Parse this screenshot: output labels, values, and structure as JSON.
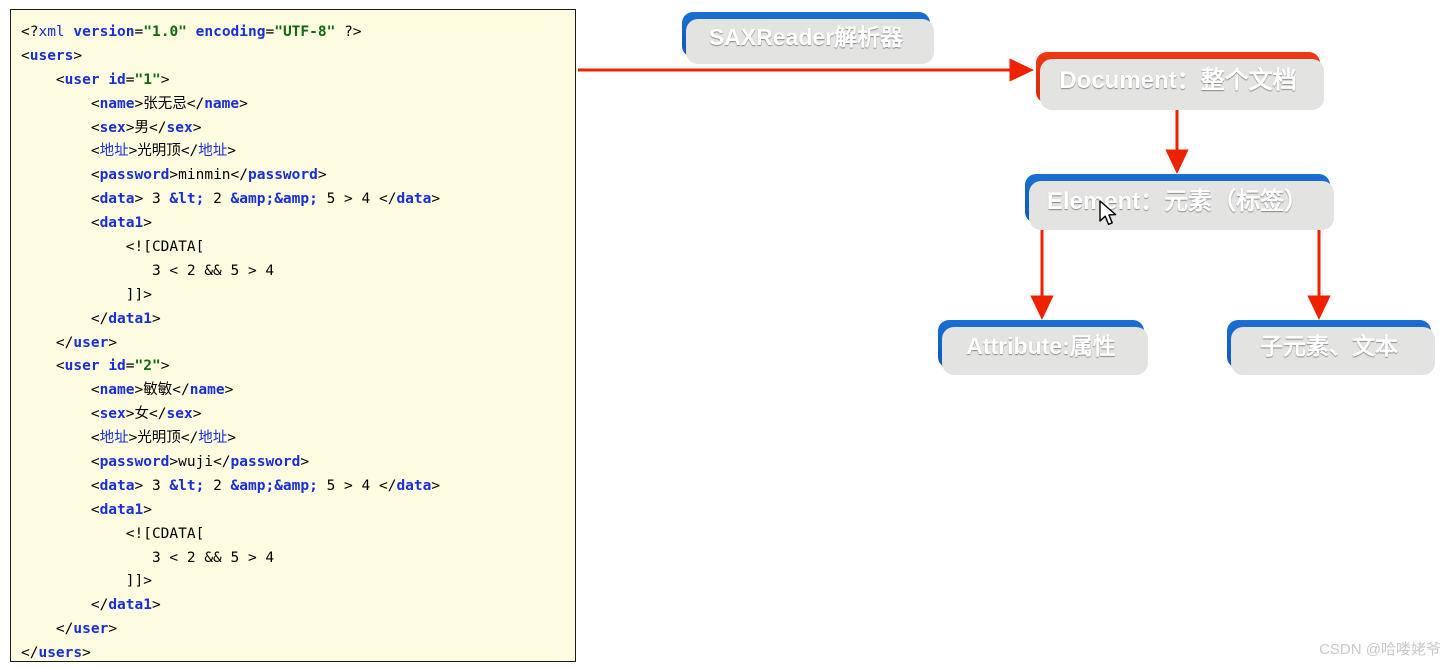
{
  "code_panel": {
    "name": "xml-source-listing",
    "background_color": "#fdfbe0",
    "border_color": "#1a1a1a",
    "lines": [
      [
        {
          "t": "<?",
          "c": "pi"
        },
        {
          "t": "xml",
          "c": "pin"
        },
        {
          "t": " ",
          "c": "plain"
        },
        {
          "t": "version",
          "c": "attr"
        },
        {
          "t": "=",
          "c": "plain"
        },
        {
          "t": "\"1.0\"",
          "c": "val"
        },
        {
          "t": " ",
          "c": "plain"
        },
        {
          "t": "encoding",
          "c": "attr"
        },
        {
          "t": "=",
          "c": "plain"
        },
        {
          "t": "\"UTF-8\"",
          "c": "val"
        },
        {
          "t": " ",
          "c": "plain"
        },
        {
          "t": "?>",
          "c": "pi"
        }
      ],
      [
        {
          "t": "<",
          "c": "plain"
        },
        {
          "t": "users",
          "c": "tag"
        },
        {
          "t": ">",
          "c": "plain"
        }
      ],
      [
        {
          "t": "    <",
          "c": "plain"
        },
        {
          "t": "user",
          "c": "tag"
        },
        {
          "t": " ",
          "c": "plain"
        },
        {
          "t": "id",
          "c": "attr"
        },
        {
          "t": "=",
          "c": "plain"
        },
        {
          "t": "\"1\"",
          "c": "val"
        },
        {
          "t": ">",
          "c": "plain"
        }
      ],
      [
        {
          "t": "        <",
          "c": "plain"
        },
        {
          "t": "name",
          "c": "tag"
        },
        {
          "t": ">",
          "c": "plain"
        },
        {
          "t": "张无忌",
          "c": "plain"
        },
        {
          "t": "</",
          "c": "plain"
        },
        {
          "t": "name",
          "c": "tag"
        },
        {
          "t": ">",
          "c": "plain"
        }
      ],
      [
        {
          "t": "        <",
          "c": "plain"
        },
        {
          "t": "sex",
          "c": "tag"
        },
        {
          "t": ">",
          "c": "plain"
        },
        {
          "t": "男",
          "c": "plain"
        },
        {
          "t": "</",
          "c": "plain"
        },
        {
          "t": "sex",
          "c": "tag"
        },
        {
          "t": ">",
          "c": "plain"
        }
      ],
      [
        {
          "t": "        <",
          "c": "plain"
        },
        {
          "t": "地址",
          "c": "tagcn"
        },
        {
          "t": ">",
          "c": "plain"
        },
        {
          "t": "光明顶",
          "c": "plain"
        },
        {
          "t": "</",
          "c": "plain"
        },
        {
          "t": "地址",
          "c": "tagcn"
        },
        {
          "t": ">",
          "c": "plain"
        }
      ],
      [
        {
          "t": "        <",
          "c": "plain"
        },
        {
          "t": "password",
          "c": "tag"
        },
        {
          "t": ">",
          "c": "plain"
        },
        {
          "t": "minmin",
          "c": "plain"
        },
        {
          "t": "</",
          "c": "plain"
        },
        {
          "t": "password",
          "c": "tag"
        },
        {
          "t": ">",
          "c": "plain"
        }
      ],
      [
        {
          "t": "        <",
          "c": "plain"
        },
        {
          "t": "data",
          "c": "tag"
        },
        {
          "t": "> 3 ",
          "c": "plain"
        },
        {
          "t": "&lt;",
          "c": "ent"
        },
        {
          "t": " 2 ",
          "c": "plain"
        },
        {
          "t": "&amp;&amp;",
          "c": "ent"
        },
        {
          "t": " 5 > 4 ",
          "c": "plain"
        },
        {
          "t": "</",
          "c": "plain"
        },
        {
          "t": "data",
          "c": "tag"
        },
        {
          "t": ">",
          "c": "plain"
        }
      ],
      [
        {
          "t": "        <",
          "c": "plain"
        },
        {
          "t": "data1",
          "c": "tag"
        },
        {
          "t": ">",
          "c": "plain"
        }
      ],
      [
        {
          "t": "            <![CDATA[",
          "c": "cdata"
        }
      ],
      [
        {
          "t": "               3 < 2 && 5 > 4",
          "c": "cdata"
        }
      ],
      [
        {
          "t": "            ]]>",
          "c": "cdata"
        }
      ],
      [
        {
          "t": "        </",
          "c": "plain"
        },
        {
          "t": "data1",
          "c": "tag"
        },
        {
          "t": ">",
          "c": "plain"
        }
      ],
      [
        {
          "t": "    </",
          "c": "plain"
        },
        {
          "t": "user",
          "c": "tag"
        },
        {
          "t": ">",
          "c": "plain"
        }
      ],
      [
        {
          "t": "    <",
          "c": "plain"
        },
        {
          "t": "user",
          "c": "tag"
        },
        {
          "t": " ",
          "c": "plain"
        },
        {
          "t": "id",
          "c": "attr"
        },
        {
          "t": "=",
          "c": "plain"
        },
        {
          "t": "\"2\"",
          "c": "val"
        },
        {
          "t": ">",
          "c": "plain"
        }
      ],
      [
        {
          "t": "        <",
          "c": "plain"
        },
        {
          "t": "name",
          "c": "tag"
        },
        {
          "t": ">",
          "c": "plain"
        },
        {
          "t": "敏敏",
          "c": "plain"
        },
        {
          "t": "</",
          "c": "plain"
        },
        {
          "t": "name",
          "c": "tag"
        },
        {
          "t": ">",
          "c": "plain"
        }
      ],
      [
        {
          "t": "        <",
          "c": "plain"
        },
        {
          "t": "sex",
          "c": "tag"
        },
        {
          "t": ">",
          "c": "plain"
        },
        {
          "t": "女",
          "c": "plain"
        },
        {
          "t": "</",
          "c": "plain"
        },
        {
          "t": "sex",
          "c": "tag"
        },
        {
          "t": ">",
          "c": "plain"
        }
      ],
      [
        {
          "t": "        <",
          "c": "plain"
        },
        {
          "t": "地址",
          "c": "tagcn"
        },
        {
          "t": ">",
          "c": "plain"
        },
        {
          "t": "光明顶",
          "c": "plain"
        },
        {
          "t": "</",
          "c": "plain"
        },
        {
          "t": "地址",
          "c": "tagcn"
        },
        {
          "t": ">",
          "c": "plain"
        }
      ],
      [
        {
          "t": "        <",
          "c": "plain"
        },
        {
          "t": "password",
          "c": "tag"
        },
        {
          "t": ">",
          "c": "plain"
        },
        {
          "t": "wuji",
          "c": "plain"
        },
        {
          "t": "</",
          "c": "plain"
        },
        {
          "t": "password",
          "c": "tag"
        },
        {
          "t": ">",
          "c": "plain"
        }
      ],
      [
        {
          "t": "        <",
          "c": "plain"
        },
        {
          "t": "data",
          "c": "tag"
        },
        {
          "t": "> 3 ",
          "c": "plain"
        },
        {
          "t": "&lt;",
          "c": "ent"
        },
        {
          "t": " 2 ",
          "c": "plain"
        },
        {
          "t": "&amp;&amp;",
          "c": "ent"
        },
        {
          "t": " 5 > 4 ",
          "c": "plain"
        },
        {
          "t": "</",
          "c": "plain"
        },
        {
          "t": "data",
          "c": "tag"
        },
        {
          "t": ">",
          "c": "plain"
        }
      ],
      [
        {
          "t": "        <",
          "c": "plain"
        },
        {
          "t": "data1",
          "c": "tag"
        },
        {
          "t": ">",
          "c": "plain"
        }
      ],
      [
        {
          "t": "            <![CDATA[",
          "c": "cdata"
        }
      ],
      [
        {
          "t": "               3 < 2 && 5 > 4",
          "c": "cdata"
        }
      ],
      [
        {
          "t": "            ]]>",
          "c": "cdata"
        }
      ],
      [
        {
          "t": "        </",
          "c": "plain"
        },
        {
          "t": "data1",
          "c": "tag"
        },
        {
          "t": ">",
          "c": "plain"
        }
      ],
      [
        {
          "t": "    </",
          "c": "plain"
        },
        {
          "t": "user",
          "c": "tag"
        },
        {
          "t": ">",
          "c": "plain"
        }
      ],
      [
        {
          "t": "</",
          "c": "plain"
        },
        {
          "t": "users",
          "c": "tag"
        },
        {
          "t": ">",
          "c": "plain"
        }
      ]
    ]
  },
  "diagram": {
    "parser_box": {
      "label": "SAXReader解析器",
      "color": "#1464c8"
    },
    "document_box": {
      "label": "Document：整个文档",
      "color": "#e5300c"
    },
    "element_box": {
      "label": "Element：元素（标签）",
      "color": "#1464c8"
    },
    "attribute_box": {
      "label": "Attribute:属性",
      "color": "#1464c8"
    },
    "text_box": {
      "label": "子元素、文本",
      "color": "#1464c8"
    },
    "arrow_color": "#ee2200"
  },
  "watermark": {
    "text": "CSDN @哈喽姥爷",
    "color": "#c9c9c9"
  }
}
